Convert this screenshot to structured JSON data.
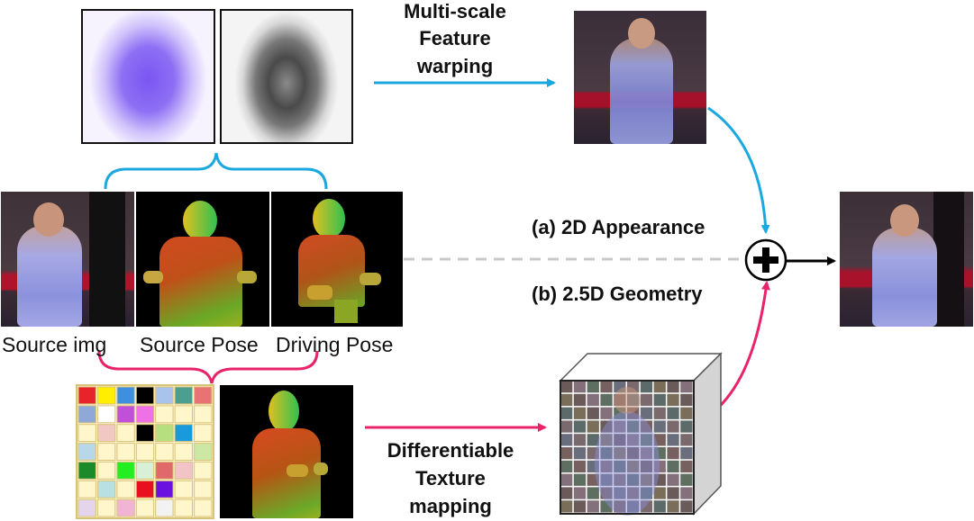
{
  "labels": {
    "warping_line1": "Multi-scale",
    "warping_line2": "Feature",
    "warping_line3": "warping",
    "appearance": "(a) 2D Appearance",
    "geometry": "(b) 2.5D Geometry",
    "source_img": "Source img",
    "source_pose": "Source Pose",
    "driving_pose": "Driving Pose",
    "texture_line1": "Differentiable",
    "texture_line2": "Texture",
    "texture_line3": "mapping",
    "plus": "+"
  },
  "colors": {
    "blue_arrow": "#1ba8e0",
    "pink_arrow": "#e8236a",
    "gray_dashed": "#c8c8c8",
    "black_arrow": "#000000",
    "flow_purple": "#7b55f2",
    "texture_border": "#d9c27a"
  },
  "texture_palette": [
    [
      "#e8242b",
      "#ffee00",
      "#3f8fe0",
      "#000000",
      "#a8c4ec",
      "#4c9f90",
      "#e87274"
    ],
    [
      "#8fa8d8",
      "#ffffff",
      "#c050d8",
      "#f070e8",
      "#fff6cc",
      "#fff6cc",
      "#fff6cc"
    ],
    [
      "#fff6cc",
      "#f2c8c4",
      "#fff6cc",
      "#000000",
      "#b6e080",
      "#1a9adc",
      "#fff6cc"
    ],
    [
      "#b8d8ea",
      "#fff6cc",
      "#fff6cc",
      "#fff6cc",
      "#fff6cc",
      "#fff6cc",
      "#cde8a4"
    ],
    [
      "#1a8a2a",
      "#fff6cc",
      "#22ee22",
      "#d8f0d8",
      "#e06a6a",
      "#f2c4c8",
      "#fff6cc"
    ],
    [
      "#fff6cc",
      "#b8e0e0",
      "#fff6cc",
      "#e81020",
      "#6a10e0",
      "#fff6cc",
      "#fff6cc"
    ],
    [
      "#e4d4ec",
      "#fff6cc",
      "#f2b4d4",
      "#fff6cc",
      "#f2f2f2",
      "#fff6cc",
      "#fff6cc"
    ]
  ],
  "cube_palette": [
    "#6a5a5a",
    "#7a6a6e",
    "#5e6e60",
    "#7a6e5a",
    "#6a6e7c",
    "#84707a",
    "#5c6a6a",
    "#766060"
  ]
}
